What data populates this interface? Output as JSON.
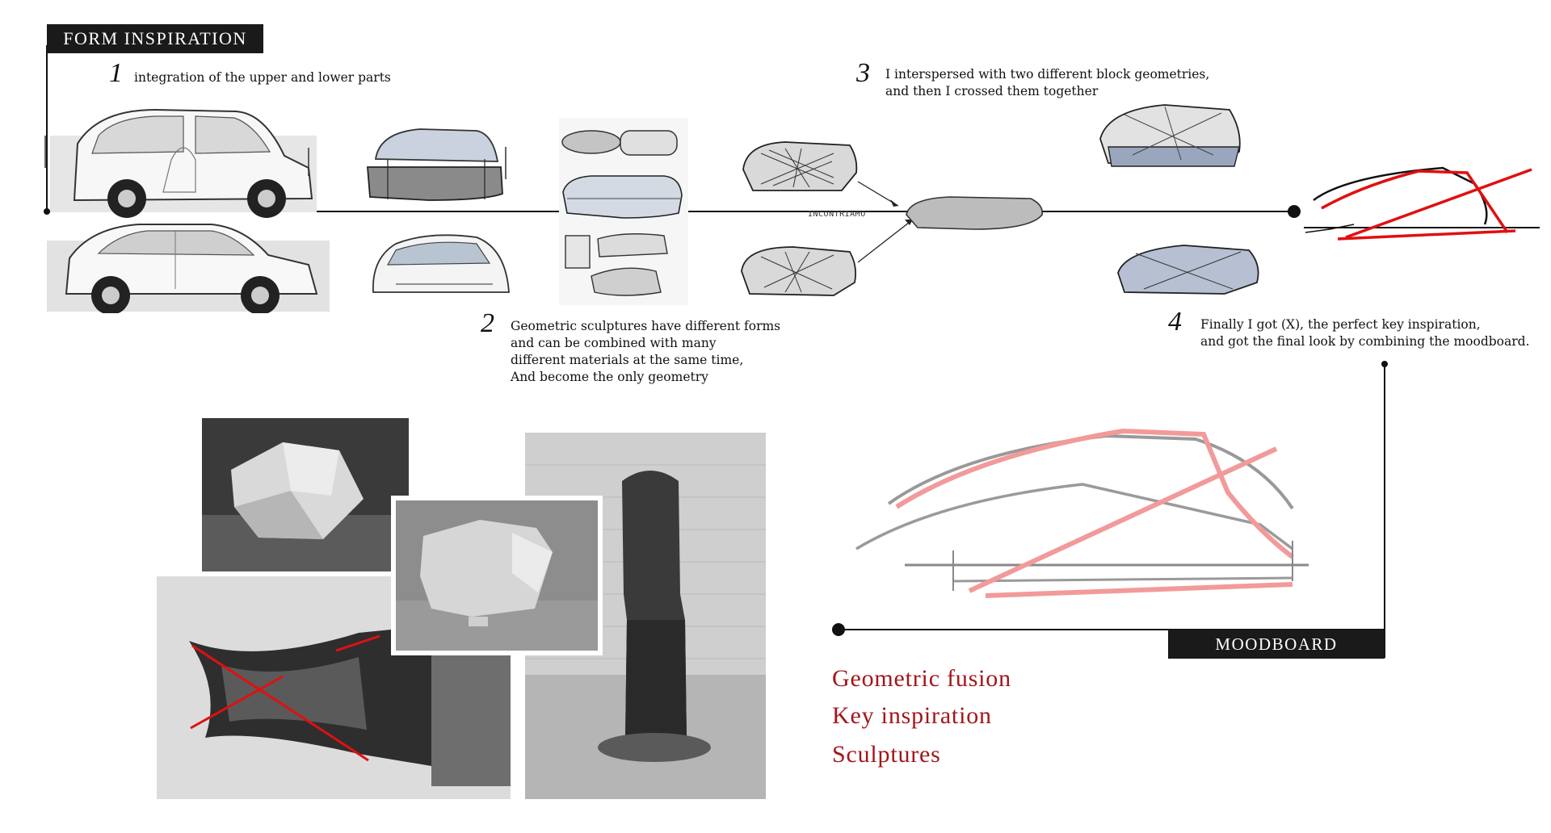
{
  "header": {
    "title": "FORM INSPIRATION"
  },
  "steps": [
    {
      "number": "1",
      "lines": [
        "integration of the upper and lower parts"
      ]
    },
    {
      "number": "2",
      "lines": [
        "Geometric sculptures have different forms",
        "and can be combined with many",
        "different materials at the same time,",
        "And become the only geometry"
      ]
    },
    {
      "number": "3",
      "lines": [
        "I interspersed with two different block geometries,",
        "and then I crossed them together"
      ]
    },
    {
      "number": "4",
      "lines": [
        "Finally I got (X), the perfect key inspiration,",
        "and got the final look by combining the moodboard."
      ]
    }
  ],
  "moodboard": {
    "label": "MOODBOARD"
  },
  "sketch_caption": "INCONTRIAMO",
  "keywords": [
    "Geometric fusion",
    "Key inspiration",
    "Sculptures"
  ],
  "colors": {
    "accent": "#a3161b",
    "line": "#111111",
    "sketch_red": "#e01010",
    "sketch_pink": "#f29a9a"
  }
}
